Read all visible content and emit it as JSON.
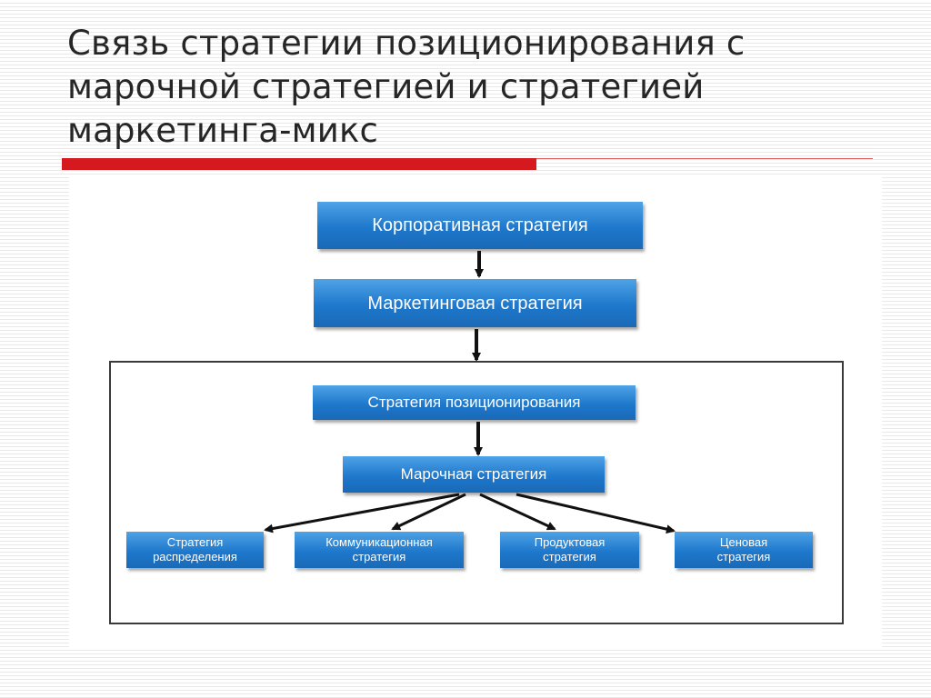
{
  "slide": {
    "title": "Связь стратегии позиционирования с\nмарочной стратегией и стратегией\nмаркетинга-микс"
  },
  "diagram": {
    "nodes": {
      "corporate": "Корпоративная стратегия",
      "marketing": "Маркетинговая стратегия",
      "positioning": "Стратегия позиционирования",
      "brand": "Марочная стратегия",
      "distribution": "Стратегия\nраспределения",
      "communication": "Коммуникационная\nстратегия",
      "product": "Продуктовая\nстратегия",
      "price": "Ценовая\nстратегия"
    },
    "edges": [
      [
        "corporate",
        "marketing"
      ],
      [
        "marketing",
        "positioning"
      ],
      [
        "positioning",
        "brand"
      ],
      [
        "brand",
        "distribution"
      ],
      [
        "brand",
        "communication"
      ],
      [
        "brand",
        "product"
      ],
      [
        "brand",
        "price"
      ]
    ]
  },
  "colors": {
    "accent_red": "#d41a1f",
    "box_blue": "#1e78cc",
    "text_dark": "#262626"
  }
}
